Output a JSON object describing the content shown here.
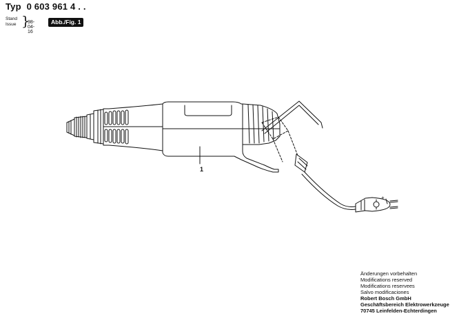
{
  "header": {
    "typ_label": "Typ",
    "type_number": "0 603 961 4 . .",
    "stand_label": "Stand",
    "issue_label": "Issue",
    "date": "98-04-16",
    "figure_label": "Abb./Fig. 1"
  },
  "drawing": {
    "part_number": "1",
    "plug_symbol_plus": "+"
  },
  "footer": {
    "lines": [
      "Änderungen vorbehalten",
      "Modifications reserved",
      "Modifications reservees",
      "Salvo modificaciones"
    ],
    "company": "Robert Bosch GmbH",
    "division": "Geschäftsbereich Elektrowerkzeuge",
    "address": "70745 Leinfelden-Echterdingen"
  }
}
